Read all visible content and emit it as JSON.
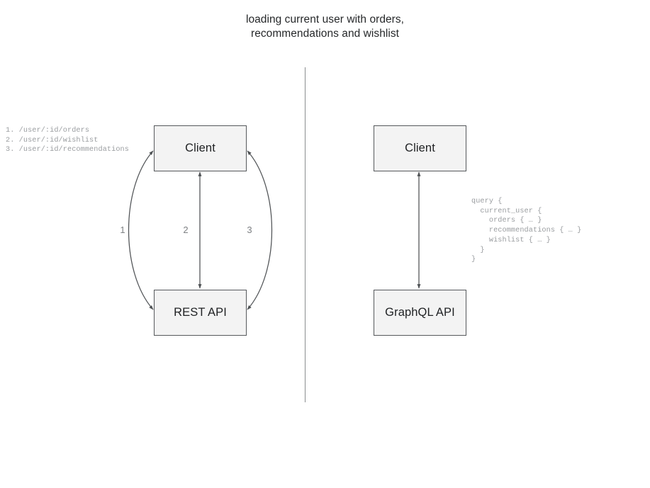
{
  "title": {
    "text": "loading current user with orders,\nrecommendations and wishlist"
  },
  "rest_side": {
    "client_label": "Client",
    "api_label": "REST API",
    "endpoint_list": "1. /user/:id/orders\n2. /user/:id/wishlist\n3. /user/:id/recommendations",
    "endpoints": [
      {
        "number": "1.",
        "path": "/user/:id/orders"
      },
      {
        "number": "2.",
        "path": "/user/:id/wishlist"
      },
      {
        "number": "3.",
        "path": "/user/:id/recommendations"
      }
    ],
    "edges": [
      {
        "label": "1",
        "kind": "curved-left",
        "direction": "bidirectional"
      },
      {
        "label": "2",
        "kind": "straight",
        "direction": "bidirectional"
      },
      {
        "label": "3",
        "kind": "curved-right",
        "direction": "bidirectional"
      }
    ]
  },
  "graphql_side": {
    "client_label": "Client",
    "api_label": "GraphQL API",
    "query": "query {\n  current_user {\n    orders { … }\n    recommendations { … }\n    wishlist { … }\n  }\n}",
    "query_lines": [
      "query {",
      "  current_user {",
      "    orders { … }",
      "    recommendations { … }",
      "    wishlist { … }",
      "  }",
      "}"
    ],
    "edges": [
      {
        "kind": "straight",
        "direction": "bidirectional"
      }
    ]
  },
  "colors": {
    "background": "#ffffff",
    "box_fill": "#f3f3f3",
    "box_stroke": "#56595c",
    "edge_stroke": "#4f5255",
    "divider": "#8a8d90",
    "code_text": "#9a9da0",
    "title_text": "#26282a",
    "label_text": "#7e8184"
  }
}
